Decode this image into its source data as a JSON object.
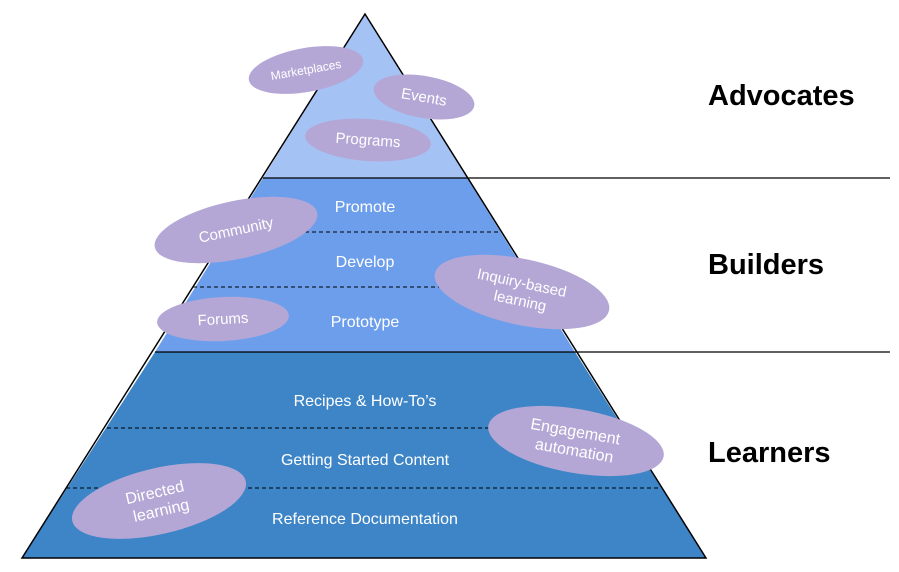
{
  "colors": {
    "advocates_fill": "#a4c2f4",
    "builders_fill": "#6d9eeb",
    "learners_fill": "#3d85c6",
    "bubble_fill": "#b4a7d6",
    "outline": "#000000",
    "text_light": "#ffffff",
    "text_dark": "#000000"
  },
  "tiers": [
    {
      "id": "advocates",
      "label": "Advocates",
      "layers": []
    },
    {
      "id": "builders",
      "label": "Builders",
      "layers": [
        "Promote",
        "Develop",
        "Prototype"
      ]
    },
    {
      "id": "learners",
      "label": "Learners",
      "layers": [
        "Recipes & How-To’s",
        "Getting Started Content",
        "Reference Documentation"
      ]
    }
  ],
  "bubbles": [
    {
      "id": "marketplaces",
      "lines": [
        "Marketplaces"
      ]
    },
    {
      "id": "events",
      "lines": [
        "Events"
      ]
    },
    {
      "id": "programs",
      "lines": [
        "Programs"
      ]
    },
    {
      "id": "community",
      "lines": [
        "Community"
      ]
    },
    {
      "id": "inquiry-based-learning",
      "lines": [
        "Inquiry-based",
        "learning"
      ]
    },
    {
      "id": "forums",
      "lines": [
        "Forums"
      ]
    },
    {
      "id": "engagement-automation",
      "lines": [
        "Engagement",
        "automation"
      ]
    },
    {
      "id": "directed-learning",
      "lines": [
        "Directed",
        "learning"
      ]
    }
  ]
}
